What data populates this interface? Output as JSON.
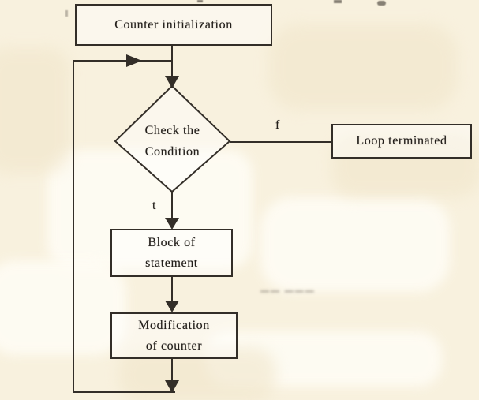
{
  "diagram": {
    "kind": "flowchart",
    "subject": "loop-with-counter control flow",
    "colors": {
      "paper": "#f8f1de",
      "line": "#332e28",
      "text": "#231f1b"
    },
    "nodes": {
      "counter_init": {
        "type": "process",
        "lines": [
          "Counter initialization"
        ]
      },
      "check_condition": {
        "type": "decision",
        "lines": [
          "Check the",
          "Condition"
        ]
      },
      "loop_terminated": {
        "type": "process",
        "lines": [
          "Loop terminated"
        ]
      },
      "block_statement": {
        "type": "process",
        "lines": [
          "Block of",
          "statement"
        ]
      },
      "modification": {
        "type": "process",
        "lines": [
          "Modification",
          "of counter"
        ]
      }
    },
    "edges": [
      {
        "from": "counter_init",
        "to": "check_condition",
        "label": ""
      },
      {
        "from": "check_condition",
        "to": "loop_terminated",
        "label": "f"
      },
      {
        "from": "check_condition",
        "to": "block_statement",
        "label": "t"
      },
      {
        "from": "block_statement",
        "to": "modification",
        "label": ""
      },
      {
        "from": "modification",
        "to": "check_condition",
        "label": ""
      }
    ]
  }
}
